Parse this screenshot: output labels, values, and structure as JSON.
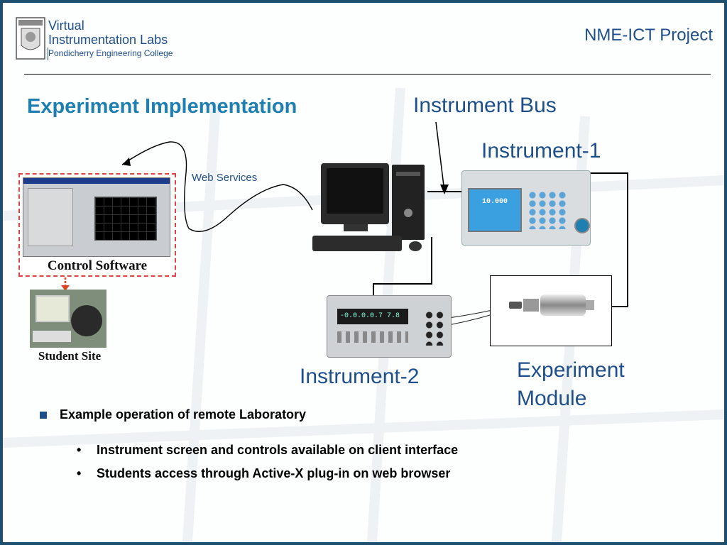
{
  "header": {
    "logo_line1": "Virtual",
    "logo_line2": "Instrumentation Labs",
    "logo_line3": "Pondicherry Engineering College",
    "project": "NME-ICT Project"
  },
  "slide": {
    "title": "Experiment Implementation"
  },
  "diagram": {
    "instrument_bus": "Instrument Bus",
    "instrument1": "Instrument-1",
    "instrument2": "Instrument-2",
    "web_services": "Web Services",
    "control_software": "Control Software",
    "student_site": "Student Site",
    "experiment_module_line1": "Experiment",
    "experiment_module_line2": "Module",
    "display_value": "10.000",
    "meter_value": "-0.0.0.0.7 7.8"
  },
  "bullets": {
    "main": "Example operation of  remote Laboratory",
    "sub": [
      "Instrument screen and controls available on client interface",
      "Students access through Active-X plug-in on web browser"
    ]
  },
  "colors": {
    "accent": "#1f4f8a",
    "title": "#1f7fb0",
    "frame": "#1f4f6e"
  }
}
